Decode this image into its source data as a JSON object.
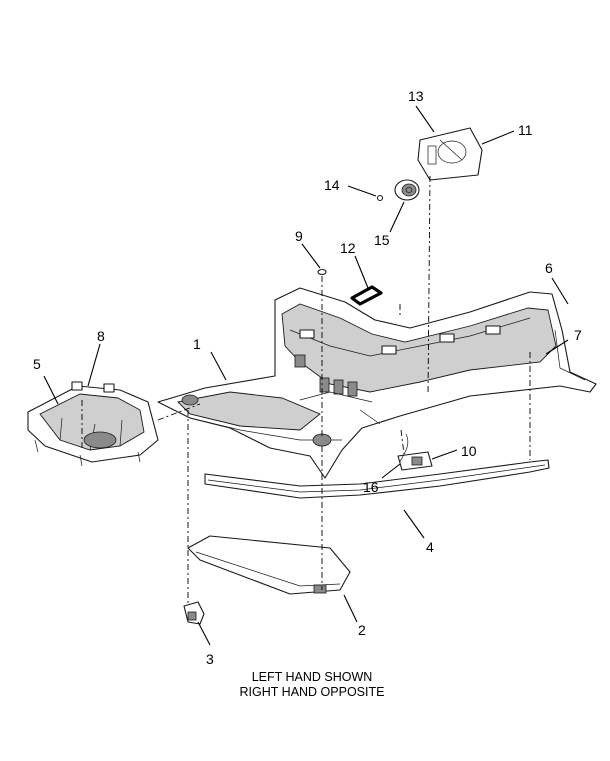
{
  "callouts": [
    "1",
    "2",
    "3",
    "4",
    "5",
    "6",
    "7",
    "8",
    "9",
    "10",
    "11",
    "12",
    "13",
    "14",
    "15",
    "16"
  ],
  "note": {
    "line1": "LEFT HAND SHOWN",
    "line2": "RIGHT HAND OPPOSITE"
  }
}
